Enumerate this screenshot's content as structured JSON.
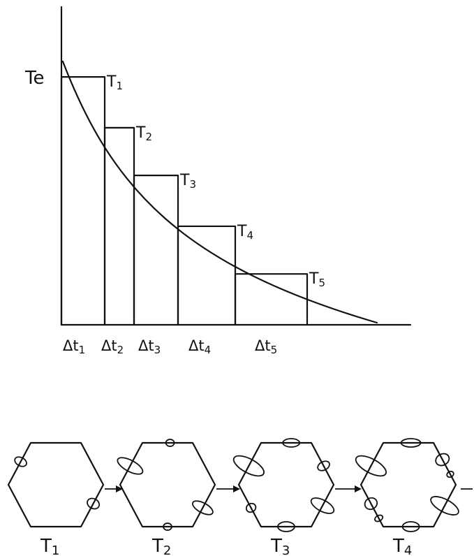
{
  "chart_data": {
    "type": "bar",
    "ylabel": "Te",
    "bars": [
      {
        "label": "T",
        "sub": "1",
        "value": 0.78
      },
      {
        "label": "T",
        "sub": "2",
        "value": 0.62
      },
      {
        "label": "T",
        "sub": "3",
        "value": 0.47
      },
      {
        "label": "T",
        "sub": "4",
        "value": 0.31
      },
      {
        "label": "T",
        "sub": "5",
        "value": 0.16
      }
    ],
    "intervals": [
      {
        "label": "Δt",
        "sub": "1"
      },
      {
        "label": "Δt",
        "sub": "2"
      },
      {
        "label": "Δt",
        "sub": "3"
      },
      {
        "label": "Δt",
        "sub": "4"
      },
      {
        "label": "Δt",
        "sub": "5"
      }
    ]
  },
  "grains": [
    {
      "label": "T",
      "sub": "1"
    },
    {
      "label": "T",
      "sub": "2"
    },
    {
      "label": "T",
      "sub": "3"
    },
    {
      "label": "T",
      "sub": "4"
    }
  ]
}
